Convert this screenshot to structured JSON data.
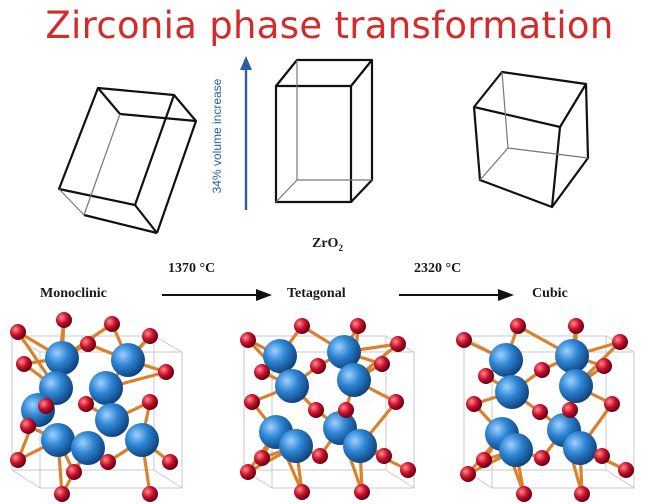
{
  "title": "Zirconia phase transformation",
  "volume_note": "34% volume increase",
  "compound": {
    "base": "ZrO",
    "subscript": "2"
  },
  "transitions": [
    {
      "temperature": "1370 °C"
    },
    {
      "temperature": "2320 °C"
    }
  ],
  "phases": [
    {
      "name": "Monoclinic"
    },
    {
      "name": "Tetagonal"
    },
    {
      "name": "Cubic"
    }
  ],
  "colors": {
    "title": "#d42a2a",
    "volume_arrow": "#2c5f9e",
    "zirconium_atom": "#2e86d4",
    "oxygen_atom": "#c8102e",
    "bond": "#d9822b"
  }
}
